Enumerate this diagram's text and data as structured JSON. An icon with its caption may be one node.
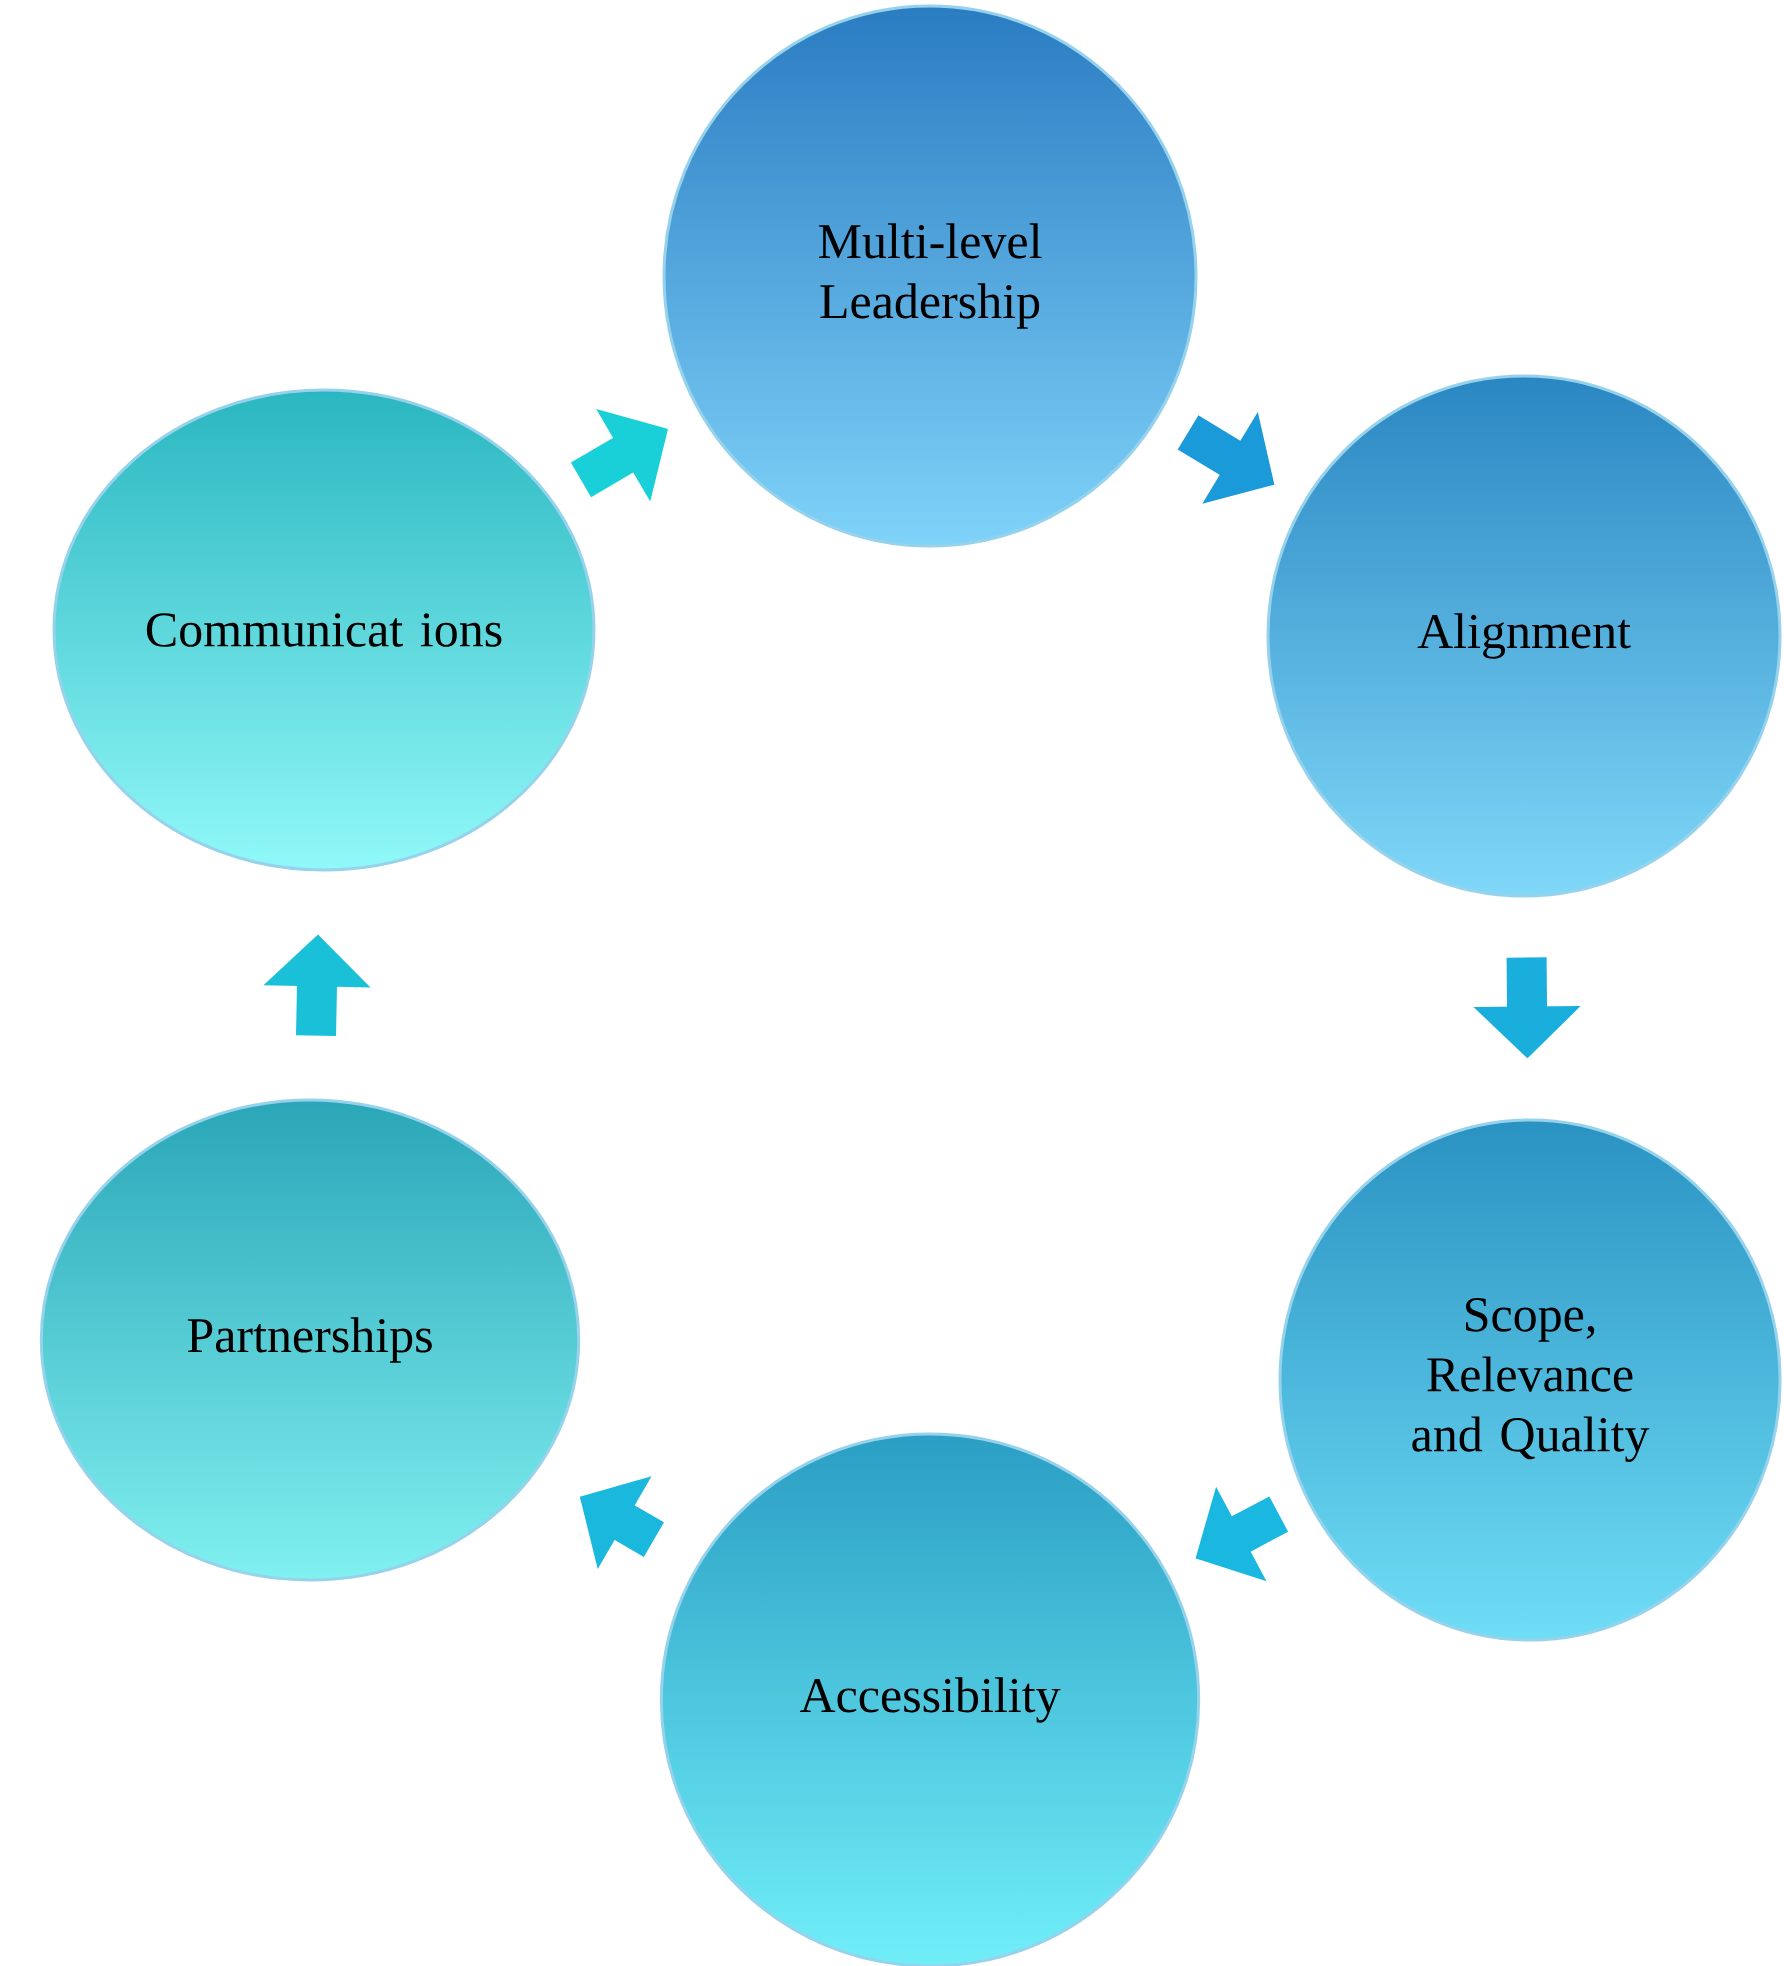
{
  "diagram": {
    "nodes": [
      {
        "text": [
          "Multi-level Leadership"
        ]
      },
      {
        "text": [
          "Alignment"
        ]
      },
      {
        "text": [
          "Scope, Relevance and Quality"
        ]
      },
      {
        "text": [
          "Accessibility"
        ]
      },
      {
        "text": [
          "Partnerships"
        ]
      },
      {
        "text": [
          "Communicat ions"
        ]
      }
    ],
    "edges": [
      {
        "from": 5,
        "to": 0,
        "arrow": "to"
      },
      {
        "from": 0,
        "to": 1,
        "arrow": "to"
      },
      {
        "from": 1,
        "to": 2,
        "arrow": "to"
      },
      {
        "from": 2,
        "to": 3,
        "arrow": "to"
      },
      {
        "from": 3,
        "to": 4,
        "arrow": "to"
      },
      {
        "from": 4,
        "to": 5,
        "arrow": "to"
      }
    ]
  }
}
